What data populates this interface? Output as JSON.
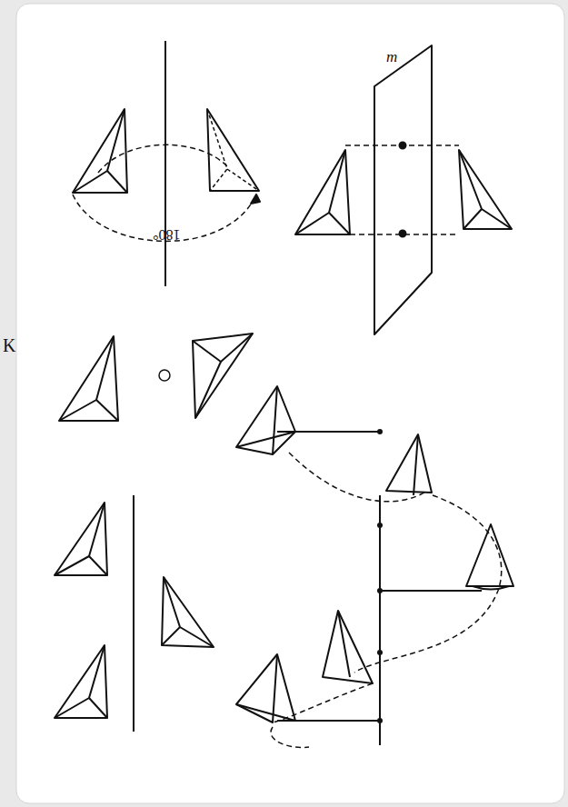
{
  "diagram": {
    "labels": [
      "180°",
      "m",
      "K"
    ]
  }
}
